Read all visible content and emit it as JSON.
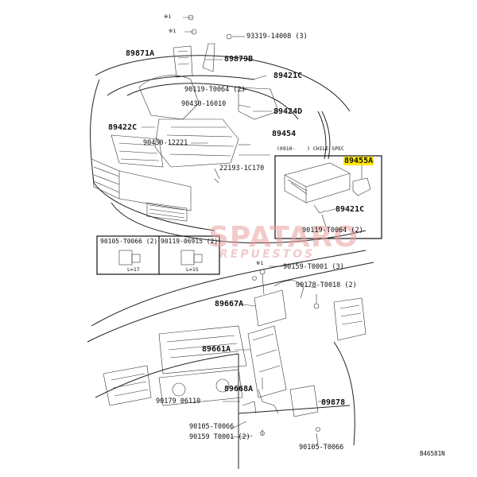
{
  "labels": {
    "l_star1": "※1",
    "l_star2": "※1",
    "l_93319": "93319-14008 (3)",
    "l_89871a": "89871A",
    "l_89879b": "89879B",
    "l_89421c_top": "89421C",
    "l_90119_t0064_top": "90119-T0064 (2)",
    "l_90430_16010": "90430-16010",
    "l_89424d": "89424D",
    "l_89422c": "89422C",
    "l_90430_12221": "90430-12221",
    "l_89454": "89454",
    "l_0910": "(0910-",
    "l_chile": ") CHILE SPEC",
    "l_22193": "22193-1C170",
    "l_89455a": "89455A",
    "l_89421c_box": "89421C",
    "l_90119_t0064_box": "90119-T0064 (2)",
    "l_90105_t0066_inset": "90105-T0066 (2)",
    "l_90119_06915": "90119-06915 (2)",
    "l_l17": "L=17",
    "l_l15": "L=15",
    "l_star3": "※1",
    "l_90159_t0001_3": "90159-T0001 (3)",
    "l_90178_t0018": "90178-T0018 (2)",
    "l_89667a": "89667A",
    "l_89661a": "89661A",
    "l_89668a": "89668A",
    "l_89878": "89878",
    "l_90179_06110": "90179  06110",
    "l_90105_t0066_b": "90105-T0066",
    "l_90159_t0001_2": "90159 T0001 (2)",
    "l_90105_t0066_c": "90105-T0066",
    "l_ref": "B46581N"
  },
  "watermark": {
    "brand": "SPATARO",
    "sub": "REPUESTOS"
  },
  "colors": {
    "highlight": "#ffe800",
    "watermark": "#e8a0a0",
    "line": "#222222"
  }
}
